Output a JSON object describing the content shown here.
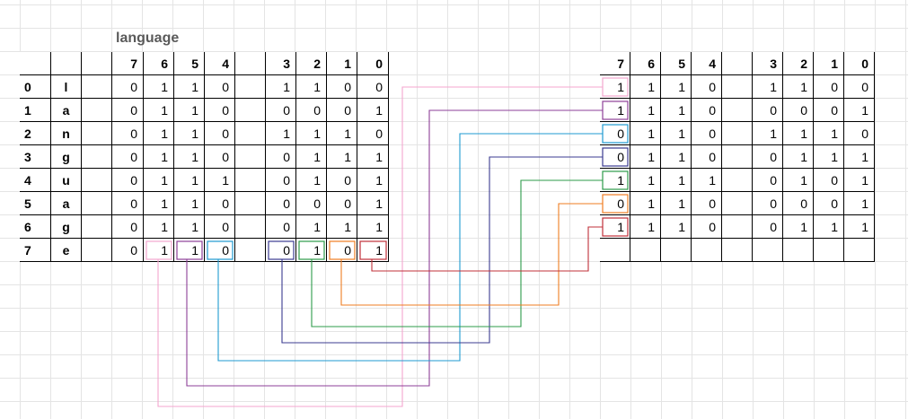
{
  "title": "language",
  "bit_headers": [
    "7",
    "6",
    "5",
    "4",
    "3",
    "2",
    "1",
    "0"
  ],
  "rows": [
    {
      "index": "0",
      "char": "l",
      "bits": [
        "0",
        "1",
        "1",
        "0",
        "1",
        "1",
        "0",
        "0"
      ]
    },
    {
      "index": "1",
      "char": "a",
      "bits": [
        "0",
        "1",
        "1",
        "0",
        "0",
        "0",
        "0",
        "1"
      ]
    },
    {
      "index": "2",
      "char": "n",
      "bits": [
        "0",
        "1",
        "1",
        "0",
        "1",
        "1",
        "1",
        "0"
      ]
    },
    {
      "index": "3",
      "char": "g",
      "bits": [
        "0",
        "1",
        "1",
        "0",
        "0",
        "1",
        "1",
        "1"
      ]
    },
    {
      "index": "4",
      "char": "u",
      "bits": [
        "0",
        "1",
        "1",
        "1",
        "0",
        "1",
        "0",
        "1"
      ]
    },
    {
      "index": "5",
      "char": "a",
      "bits": [
        "0",
        "1",
        "1",
        "0",
        "0",
        "0",
        "0",
        "1"
      ]
    },
    {
      "index": "6",
      "char": "g",
      "bits": [
        "0",
        "1",
        "1",
        "0",
        "0",
        "1",
        "1",
        "1"
      ]
    },
    {
      "index": "7",
      "char": "e",
      "bits": [
        "0",
        "1",
        "1",
        "0",
        "0",
        "1",
        "0",
        "1"
      ]
    }
  ],
  "right_rows": [
    {
      "bits": [
        "1",
        "1",
        "1",
        "0",
        "1",
        "1",
        "0",
        "0"
      ]
    },
    {
      "bits": [
        "1",
        "1",
        "1",
        "0",
        "0",
        "0",
        "0",
        "1"
      ]
    },
    {
      "bits": [
        "0",
        "1",
        "1",
        "0",
        "1",
        "1",
        "1",
        "0"
      ]
    },
    {
      "bits": [
        "0",
        "1",
        "1",
        "0",
        "0",
        "1",
        "1",
        "1"
      ]
    },
    {
      "bits": [
        "1",
        "1",
        "1",
        "1",
        "0",
        "1",
        "0",
        "1"
      ]
    },
    {
      "bits": [
        "0",
        "1",
        "1",
        "0",
        "0",
        "0",
        "0",
        "1"
      ]
    },
    {
      "bits": [
        "1",
        "1",
        "1",
        "0",
        "0",
        "1",
        "1",
        "1"
      ]
    },
    {
      "bits": [
        "",
        "",
        "",
        "",
        "",
        "",
        "",
        ""
      ]
    }
  ],
  "wire_colors": [
    "#f4a6cf",
    "#8e3f98",
    "#1f9ad0",
    "#3b3b91",
    "#2d9b4a",
    "#ef7d22",
    "#c0303a"
  ],
  "mappings": [
    {
      "from_bit": "6",
      "to_row": "0",
      "color": "#f4a6cf"
    },
    {
      "from_bit": "5",
      "to_row": "1",
      "color": "#8e3f98"
    },
    {
      "from_bit": "4",
      "to_row": "2",
      "color": "#1f9ad0"
    },
    {
      "from_bit": "3",
      "to_row": "3",
      "color": "#3b3b91"
    },
    {
      "from_bit": "2",
      "to_row": "4",
      "color": "#2d9b4a"
    },
    {
      "from_bit": "1",
      "to_row": "5",
      "color": "#ef7d22"
    },
    {
      "from_bit": "0",
      "to_row": "6",
      "color": "#c0303a"
    }
  ]
}
